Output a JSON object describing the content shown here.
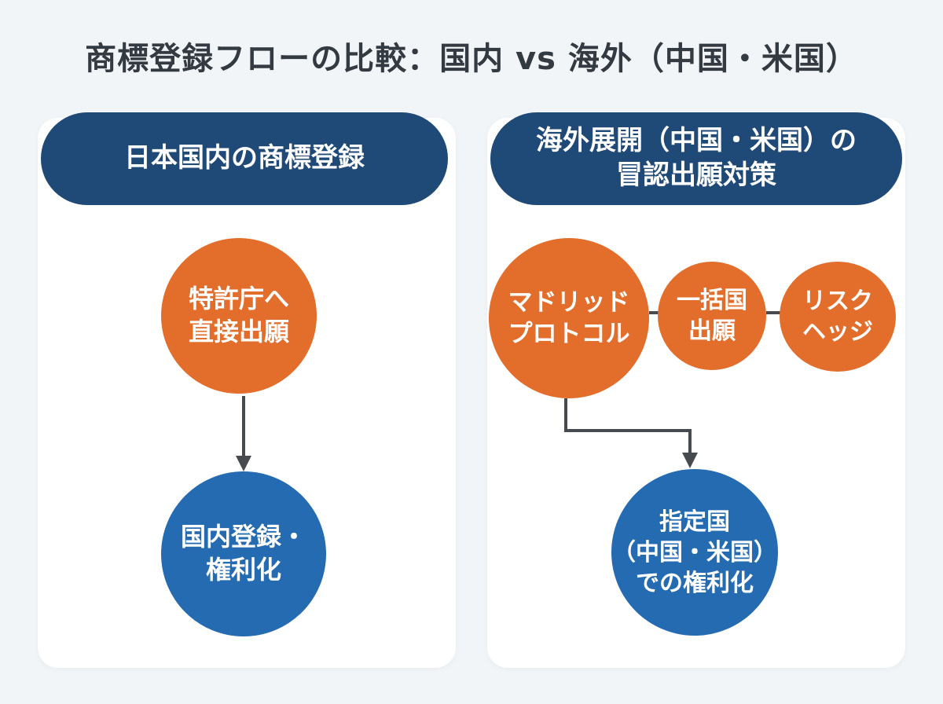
{
  "title": "商標登録フローの比較：国内 vs 海外（中国・米国）",
  "left": {
    "header": "日本国内の商標登録",
    "step1": [
      "特許庁へ",
      "直接出願"
    ],
    "step2": [
      "国内登録・",
      "権利化"
    ]
  },
  "right": {
    "header": [
      "海外展開（中国・米国）の",
      "冒認出願対策"
    ],
    "step1": [
      "マドリッド",
      "プロトコル"
    ],
    "step2": [
      "一括国",
      "出願"
    ],
    "step3": [
      "リスク",
      "ヘッジ"
    ],
    "step4": [
      "指定国",
      "（中国・米国）",
      "での権利化"
    ]
  },
  "colors": {
    "header": "#1f4a78",
    "orange": "#e36e2c",
    "blue": "#246bb2",
    "arrow": "#474b50"
  }
}
